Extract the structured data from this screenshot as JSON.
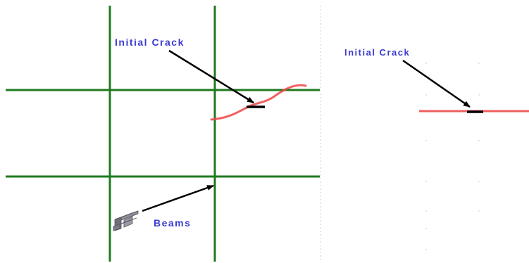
{
  "left_panel": {
    "crack_label": "Initial Crack",
    "beams_label": "Beams",
    "grid_color": "#1f7a1f",
    "crack_color": "#ee4444"
  },
  "right_panel": {
    "crack_label": "Initial Crack",
    "crack_color": "#ee4444"
  },
  "colors": {
    "label": "#3b3bd0",
    "arrow": "#000000",
    "divider": "#f2d6d6"
  },
  "icons": [
    "beam-icon"
  ]
}
